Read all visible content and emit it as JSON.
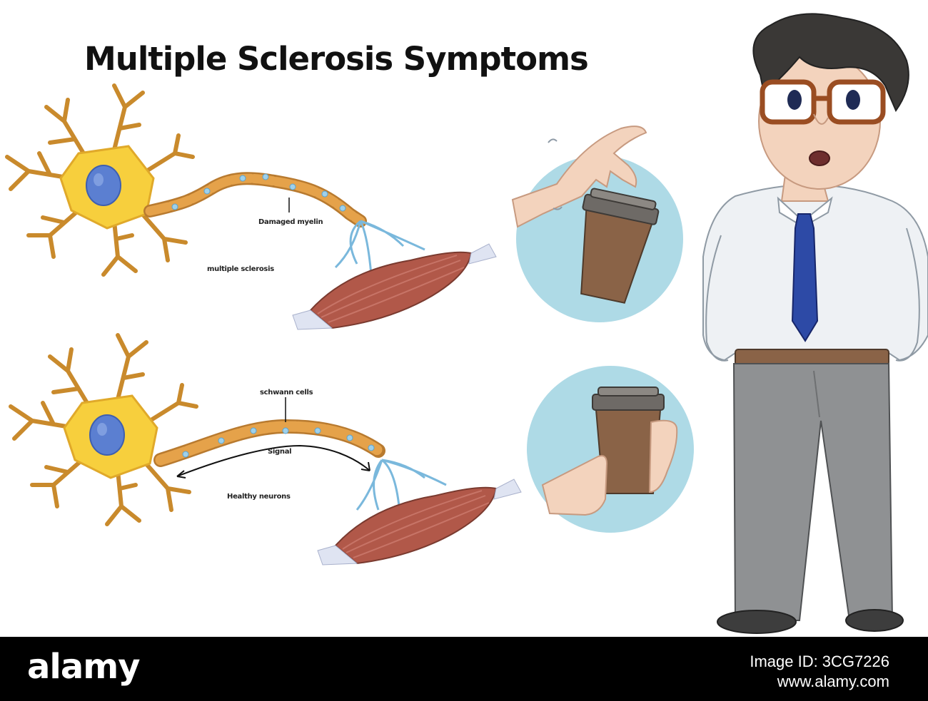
{
  "diagram": {
    "title": "Multiple Sclerosis Symptoms",
    "top_neuron": {
      "callout_label": "Damaged myelin",
      "caption": "multiple sclerosis"
    },
    "bottom_neuron": {
      "callout_label": "schwann cells",
      "span_label": "Signal",
      "caption": "Healthy neurons"
    }
  },
  "colors": {
    "cell_body": "#f7cf3d",
    "nucleus": "#5b7fd1",
    "dendrites": "#c98a2c",
    "axon": "#e5a24a",
    "muscle": "#b15849",
    "nerve_fibers": "#7ab8dc",
    "circle_bg": "#aedae6",
    "cup": "#8a6347",
    "shirt": "#eef1f4",
    "tie": "#2d4aa6",
    "trousers": "#8f9193",
    "hair": "#3a3836",
    "footer_bg": "#000000"
  },
  "footer": {
    "brand": "alamy",
    "image_id": "Image ID: 3CG7226",
    "site": "www.alamy.com"
  }
}
